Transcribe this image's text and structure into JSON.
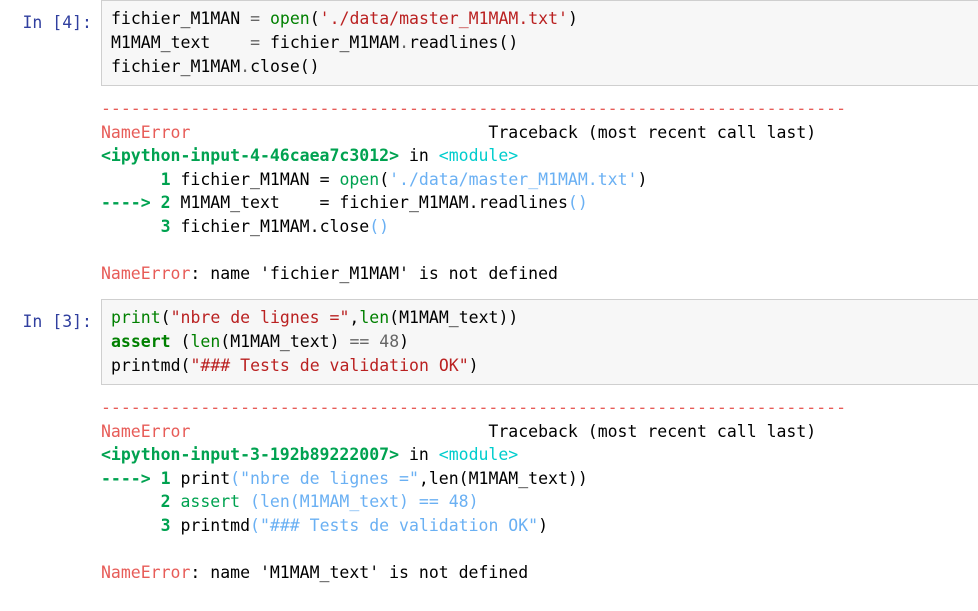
{
  "notebook": {
    "cells": [
      {
        "type": "code",
        "prompt": "In [4]:",
        "source": [
          "fichier_M1MAN = open('./data/master_M1MAM.txt')",
          "M1MAM_text    = fichier_M1MAM.readlines()",
          "fichier_M1MAM.close()"
        ],
        "output": {
          "type": "traceback",
          "rule": "---------------------------------------------------------------------------",
          "error_name": "NameError",
          "traceback_header": "Traceback (most recent call last)",
          "location": "<ipython-input-4-46caea7c3012>",
          "location_in": "in",
          "scope": "<module>",
          "frames": [
            {
              "arrow": "",
              "lineno": "1",
              "code": "fichier_M1MAN = open('./data/master_M1MAM.txt')"
            },
            {
              "arrow": "---->",
              "lineno": "2",
              "code": "M1MAM_text    = fichier_M1MAM.readlines()"
            },
            {
              "arrow": "",
              "lineno": "3",
              "code": "fichier_M1MAM.close()"
            }
          ],
          "message_name": "NameError",
          "message_text": ": name 'fichier_M1MAM' is not defined"
        }
      },
      {
        "type": "code",
        "prompt": "In [3]:",
        "source": [
          "print(\"nbre de lignes =\",len(M1MAM_text))",
          "assert (len(M1MAM_text) == 48)",
          "printmd(\"### Tests de validation OK\")"
        ],
        "output": {
          "type": "traceback",
          "rule": "---------------------------------------------------------------------------",
          "error_name": "NameError",
          "traceback_header": "Traceback (most recent call last)",
          "location": "<ipython-input-3-192b89222007>",
          "location_in": "in",
          "scope": "<module>",
          "frames": [
            {
              "arrow": "---->",
              "lineno": "1",
              "code": "print(\"nbre de lignes =\",len(M1MAM_text))"
            },
            {
              "arrow": "",
              "lineno": "2",
              "code": "assert (len(M1MAM_text) == 48)"
            },
            {
              "arrow": "",
              "lineno": "3",
              "code": "printmd(\"### Tests de validation OK\")"
            }
          ],
          "message_name": "NameError",
          "message_text": ": name 'M1MAM_text' is not defined"
        }
      }
    ]
  },
  "colors": {
    "prompt_blue": "#303F9F",
    "error_red": "#E75C58",
    "green_bold": "#00A250",
    "cyan": "#00CDCD",
    "string_red": "#BA2121",
    "traceback_string_blue": "#6AB0F3",
    "cell_background": "#f7f7f7",
    "cell_border": "#cfcfcf"
  }
}
